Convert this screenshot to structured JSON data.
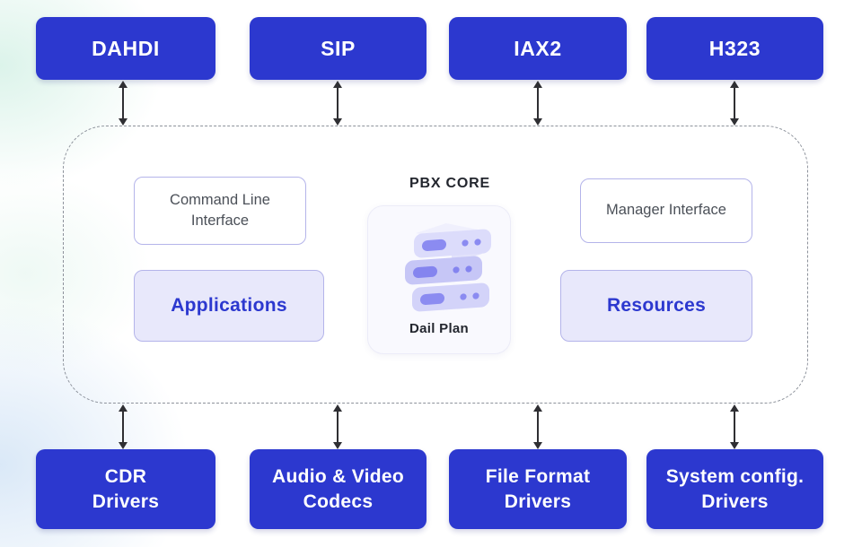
{
  "colors": {
    "primary": "#2c38cf",
    "accent-text": "#2c38cf",
    "lavender-fill": "#e8e8fb",
    "lavender-border": "#b4b4ea",
    "dash-border": "#8d929b",
    "dark-text": "#23262e",
    "gray-text": "#4b5058",
    "arrow": "#2f2f33",
    "icon-purple": "#8b8bf1",
    "icon-slab": "#d6d6fa"
  },
  "top_row": [
    {
      "label": "DAHDI"
    },
    {
      "label": "SIP"
    },
    {
      "label": "IAX2"
    },
    {
      "label": "H323"
    }
  ],
  "core": {
    "title": "PBX CORE",
    "left": {
      "interface": "Command Line Interface",
      "module": "Applications"
    },
    "center": {
      "icon": "server-stack-icon",
      "label": "Dail Plan"
    },
    "right": {
      "interface": "Manager Interface",
      "module": "Resources"
    }
  },
  "bottom_row": [
    {
      "line1": "CDR",
      "line2": "Drivers"
    },
    {
      "line1": "Audio & Video",
      "line2": "Codecs"
    },
    {
      "line1": "File Format",
      "line2": "Drivers"
    },
    {
      "line1": "System config.",
      "line2": "Drivers"
    }
  ]
}
